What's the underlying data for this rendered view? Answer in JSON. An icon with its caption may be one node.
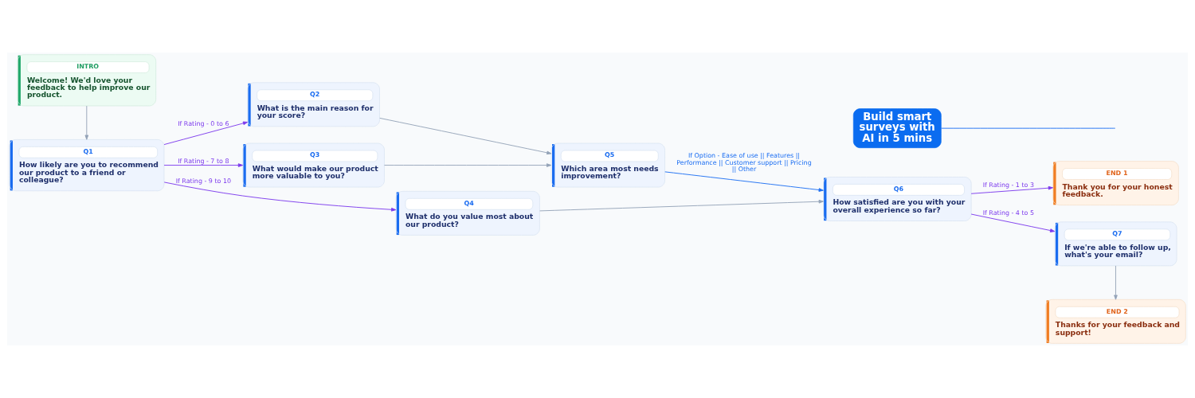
{
  "diagram": {
    "nodes": [
      {
        "text": [
          "INTRO",
          "Welcome! We'd love your feedback to help improve our product."
        ]
      },
      {
        "text": [
          "Q1",
          "How likely are you to recommend our product to a friend or colleague?"
        ]
      },
      {
        "text": [
          "Q2",
          "What is the main reason for your score?"
        ]
      },
      {
        "text": [
          "Q3",
          "What would make our product more valuable to you?"
        ]
      },
      {
        "text": [
          "Q4",
          "What do you value most about our product?"
        ]
      },
      {
        "text": [
          "Q5",
          "Which area most needs improvement?"
        ]
      },
      {
        "text": [
          "Q6",
          "How satisfied are you with your overall experience so far?"
        ]
      },
      {
        "text": [
          "END 1",
          "Thank you for your honest feedback."
        ]
      },
      {
        "text": [
          "END 2",
          "Thanks for your feedback and support!"
        ]
      },
      {
        "text": [
          "Q7",
          "If we're able to follow up, what's your email?"
        ]
      },
      {
        "text": [
          "Build smart surveys with AI in 5 mins"
        ]
      }
    ],
    "edges": [
      {
        "from": 0,
        "to": 1,
        "arrow": "to"
      },
      {
        "from": 1,
        "to": 2,
        "arrow": "to",
        "label": "If Rating - 0 to 6",
        "color": "#7c3aed"
      },
      {
        "from": 1,
        "to": 3,
        "arrow": "to",
        "label": "If Rating - 7 to 8",
        "color": "#7c3aed"
      },
      {
        "from": 1,
        "to": 4,
        "arrow": "to",
        "label": "If Rating - 9 to 10",
        "color": "#7c3aed"
      },
      {
        "from": 2,
        "to": 5,
        "arrow": "to"
      },
      {
        "from": 3,
        "to": 5,
        "arrow": "to"
      },
      {
        "from": 4,
        "to": 6,
        "arrow": "to"
      },
      {
        "from": 5,
        "to": 6,
        "arrow": "to",
        "label": "If Option - Ease of use || Features || Performance || Customer support || Pricing || Other",
        "color": "#1d6ff2"
      },
      {
        "from": 6,
        "to": 7,
        "arrow": "to",
        "label": "If Rating - 1 to 3",
        "color": "#7c3aed"
      },
      {
        "from": 6,
        "to": 9,
        "arrow": "to",
        "label": "If Rating - 4 to 5",
        "color": "#7c3aed"
      },
      {
        "from": 9,
        "to": 8,
        "arrow": "to"
      },
      {
        "from": 10,
        "to": null,
        "arrow": "none",
        "color": "#1d6ff2"
      }
    ]
  }
}
